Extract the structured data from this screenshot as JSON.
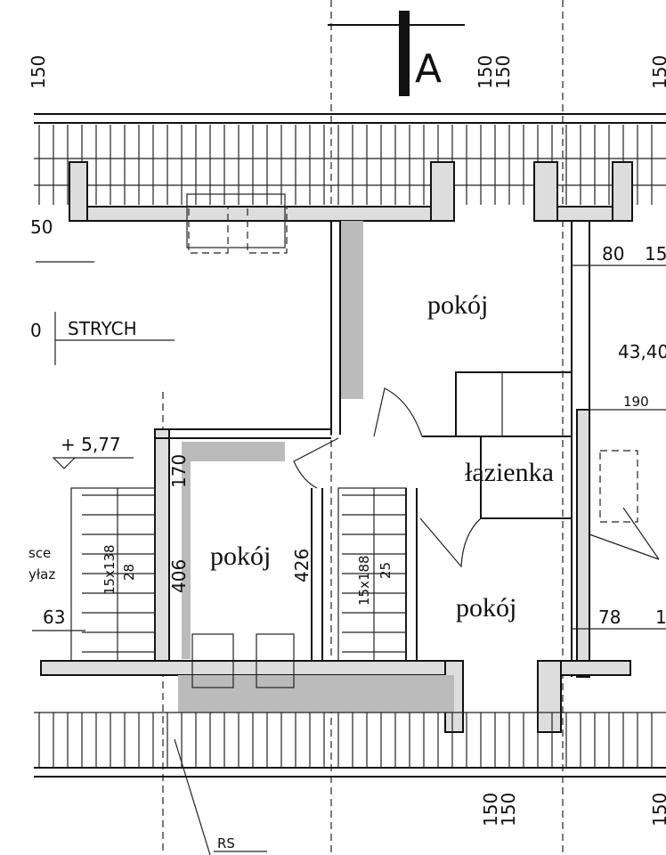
{
  "section_marker": "A",
  "axis_dims": {
    "top": [
      "150",
      "150",
      "150",
      "150"
    ],
    "bottom": [
      "150",
      "150",
      "150"
    ]
  },
  "left": {
    "cut_dim_1": "50",
    "attic_label": "STRYCH",
    "cut_dim_2": "0",
    "level": "+ 5,77",
    "note_1": "sce",
    "note_2": "yłaz",
    "dim_63": "63"
  },
  "stairs_left": {
    "spec": "15x138",
    "number": "28"
  },
  "stairs_mid": {
    "spec": "15x188",
    "number": "25"
  },
  "dims": {
    "d170": "170",
    "d406": "406",
    "d426": "426",
    "d80": "80",
    "d15": "15",
    "area": "43,40",
    "d190": "190",
    "d78": "78",
    "d1": "1"
  },
  "rooms": {
    "top_room": "pokój",
    "left_room": "pokój",
    "bathroom": "łazienka",
    "right_room": "pokój"
  },
  "bottom_label": "RS"
}
